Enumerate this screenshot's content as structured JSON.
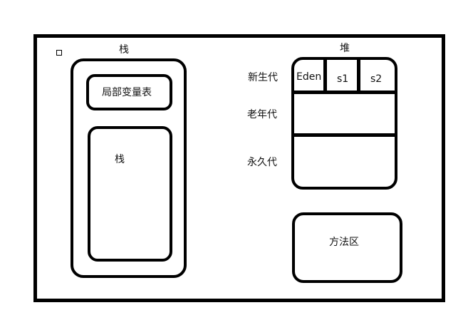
{
  "stack": {
    "title": "栈",
    "locals_label": "局部变量表",
    "inner_label": "栈"
  },
  "heap": {
    "title": "堆",
    "young_label": "新生代",
    "old_label": "老年代",
    "perm_label": "永久代",
    "young_cells": [
      "Eden",
      "s1",
      "s2"
    ]
  },
  "method_area": {
    "label": "方法区"
  }
}
